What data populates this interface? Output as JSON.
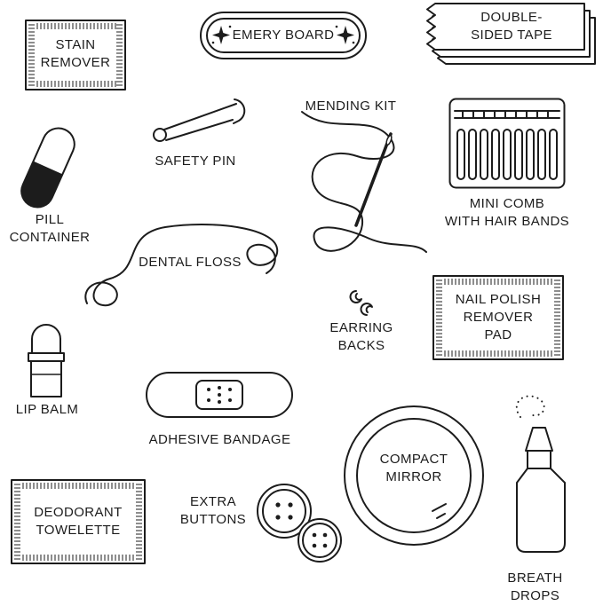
{
  "canvas": {
    "background": "#ffffff",
    "ink": "#1c1c1c"
  },
  "items": {
    "stain_remover": {
      "label": "STAIN\nREMOVER"
    },
    "emery_board": {
      "label": "EMERY BOARD"
    },
    "double_sided_tape": {
      "label": "DOUBLE-\nSIDED TAPE"
    },
    "safety_pin": {
      "label": "SAFETY PIN"
    },
    "mending_kit": {
      "label": "MENDING KIT"
    },
    "mini_comb": {
      "label": "MINI COMB\nWITH HAIR BANDS"
    },
    "pill_container": {
      "label": "PILL\nCONTAINER"
    },
    "dental_floss": {
      "label": "DENTAL FLOSS"
    },
    "earring_backs": {
      "label": "EARRING\nBACKS"
    },
    "nail_polish_pad": {
      "label": "NAIL POLISH\nREMOVER\nPAD"
    },
    "lip_balm": {
      "label": "LIP BALM"
    },
    "adhesive_bandage": {
      "label": "ADHESIVE BANDAGE"
    },
    "compact_mirror": {
      "label": "COMPACT\nMIRROR"
    },
    "deodorant_towelette": {
      "label": "DEODORANT\nTOWELETTE"
    },
    "extra_buttons": {
      "label": "EXTRA\nBUTTONS"
    },
    "breath_drops": {
      "label": "BREATH\nDROPS"
    }
  }
}
